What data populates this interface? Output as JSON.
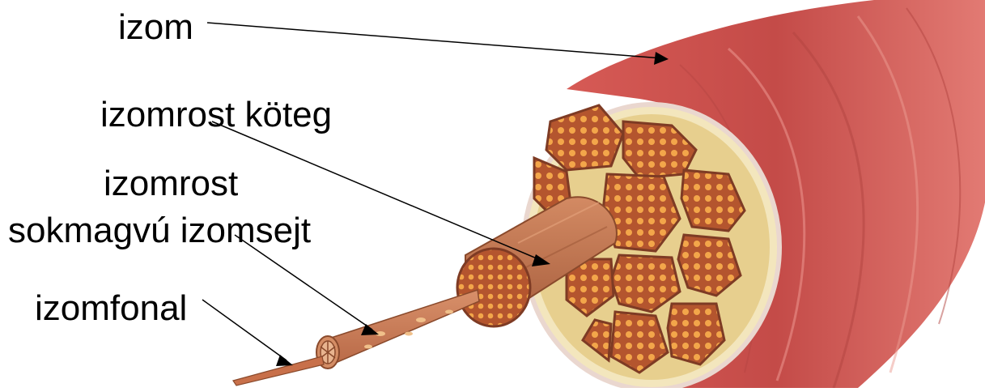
{
  "labels": {
    "muscle": "izom",
    "fascicle": "izomrost köteg",
    "fiber": "izomrost",
    "fiber_sub": "sokmagvú izomsejt",
    "myofibril": "izomfonal"
  },
  "colors": {
    "muscle_outer": "#c8504d",
    "muscle_dark": "#a83c3a",
    "muscle_light": "#e07a70",
    "fascia": "#f1e3b4",
    "fascicle_fill": "#b4552e",
    "fascicle_dot": "#f3a64a",
    "fiber_tan": "#c87a55",
    "arrow": "#000000"
  }
}
